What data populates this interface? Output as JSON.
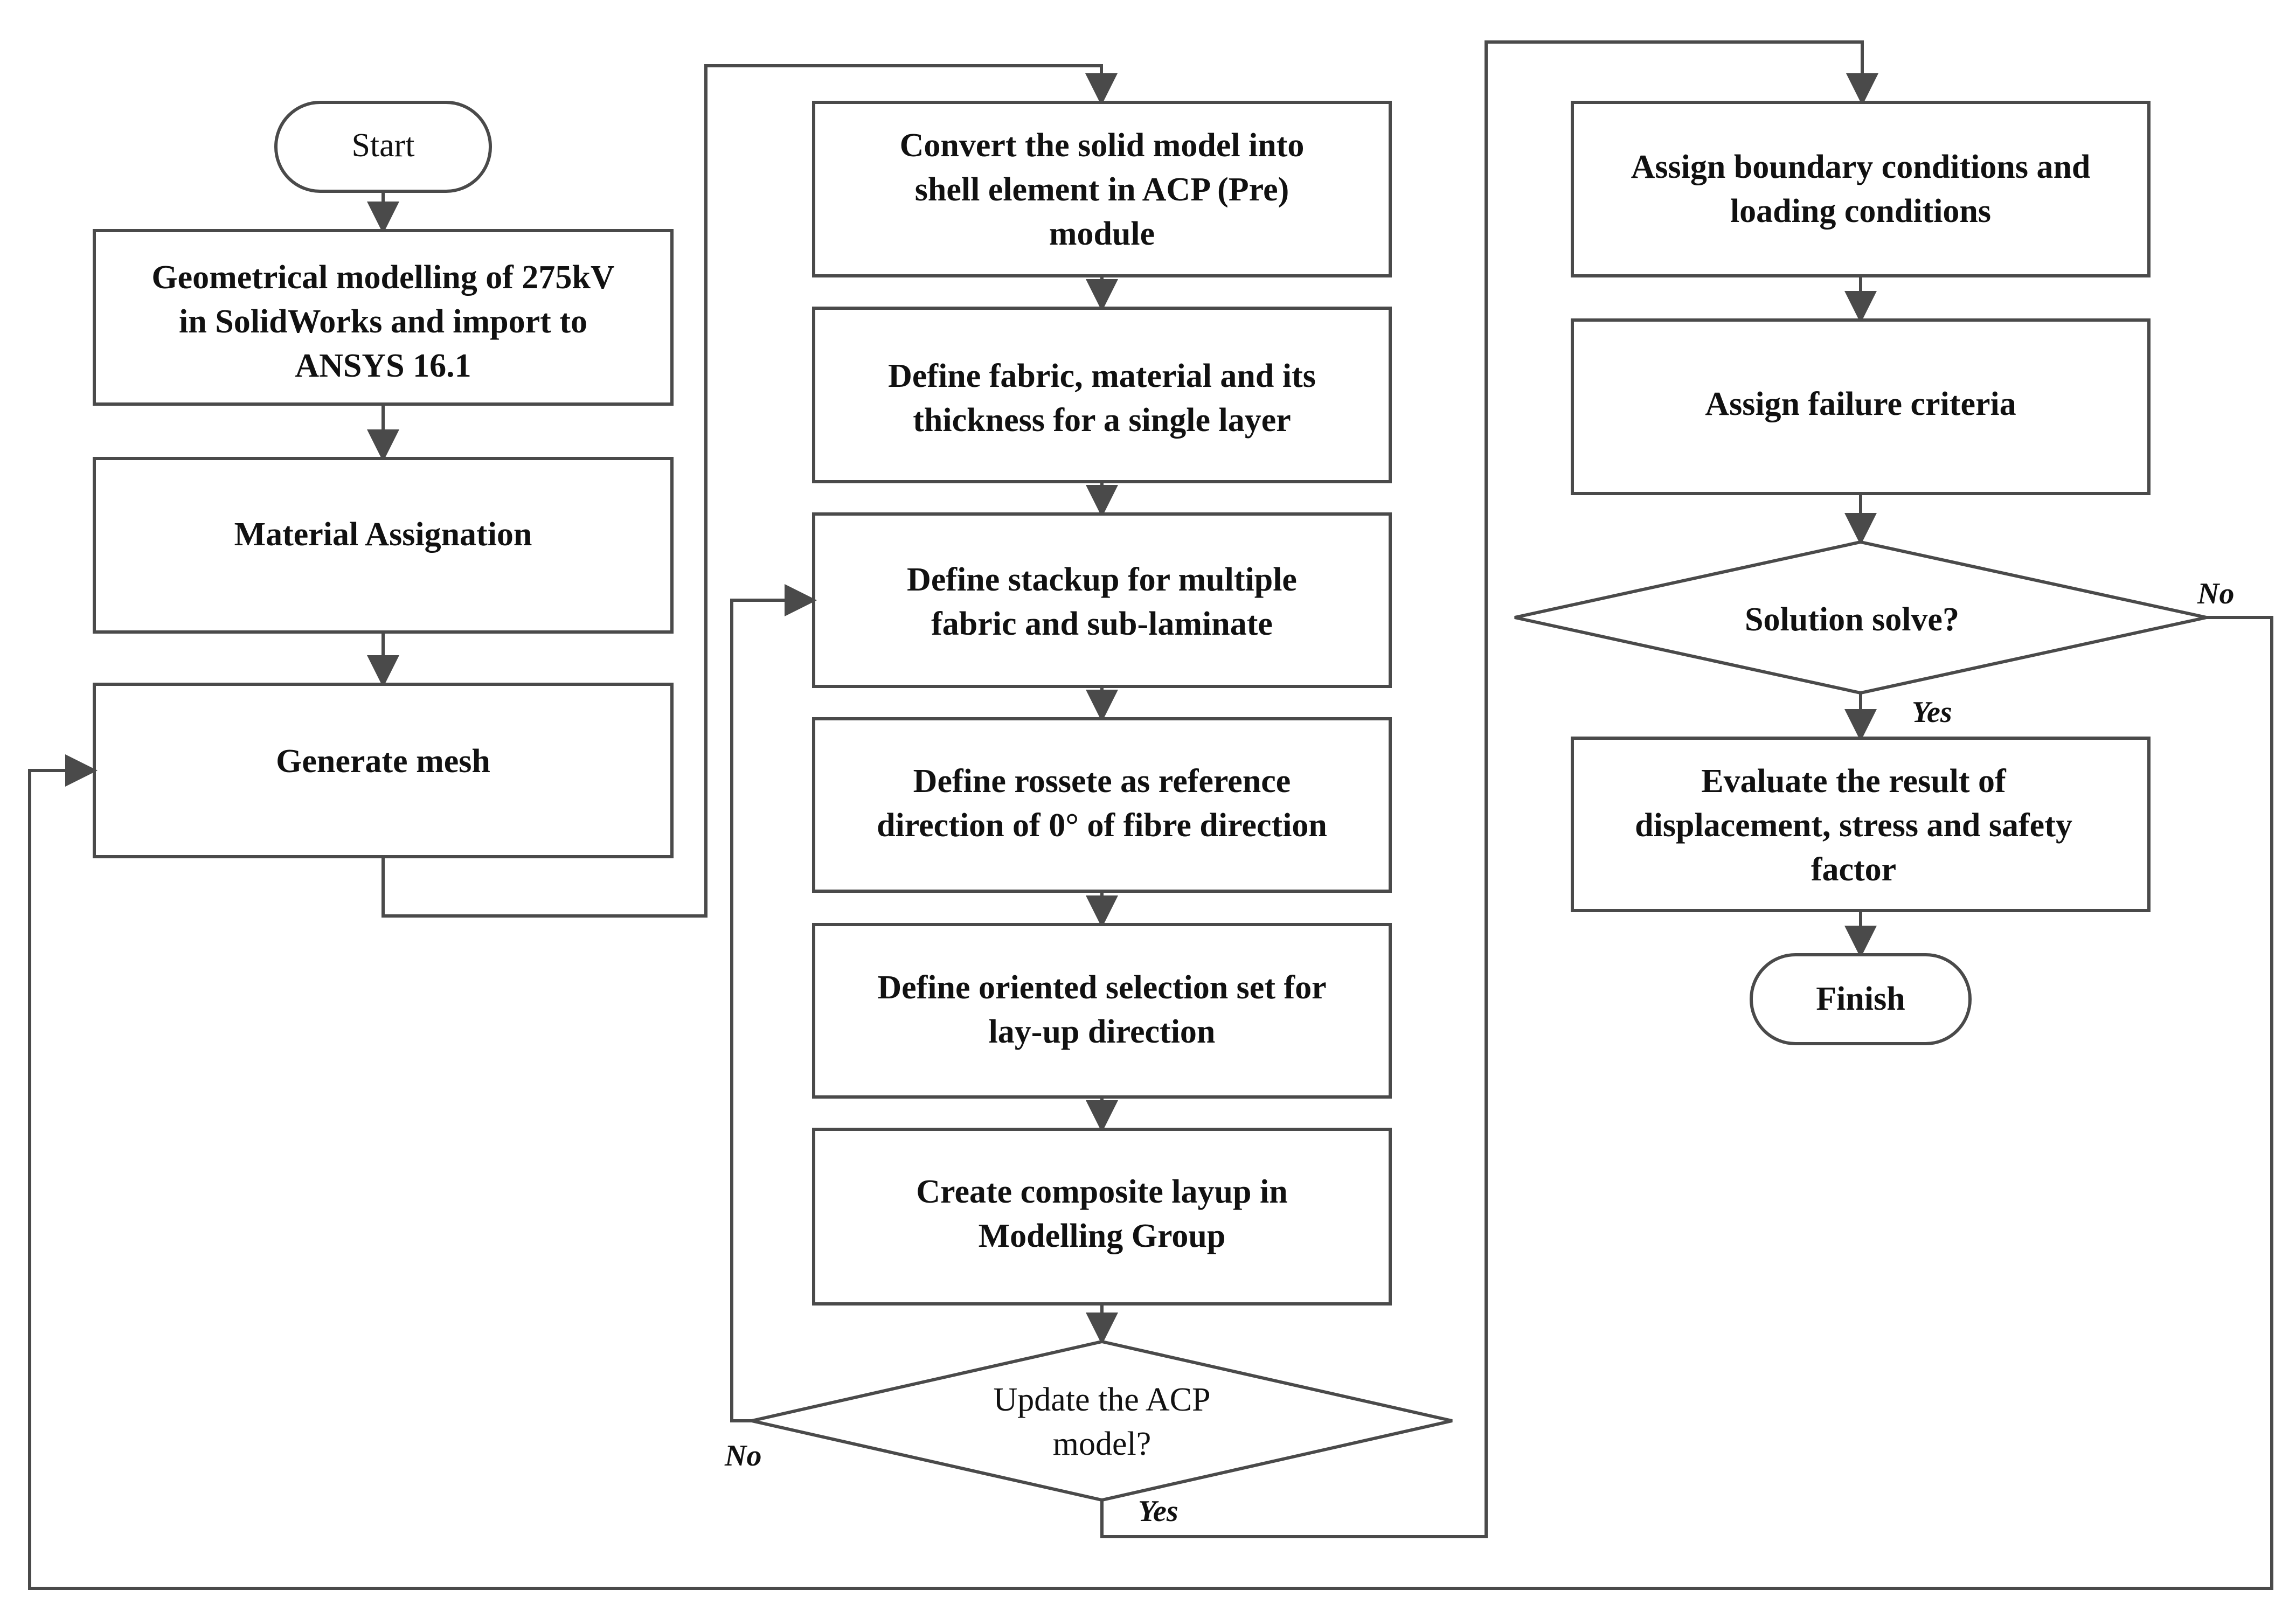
{
  "flowchart": {
    "start": "Start",
    "finish": "Finish",
    "col1": {
      "geometry": [
        "Geometrical modelling of 275kV",
        "in SolidWorks and import to",
        "ANSYS 16.1"
      ],
      "material": "Material Assignation",
      "mesh": "Generate mesh"
    },
    "col2": {
      "convert": [
        "Convert the solid model into",
        "shell element in ACP (Pre)",
        "module"
      ],
      "fabric": [
        "Define fabric, material and its",
        "thickness for a single layer"
      ],
      "stackup": [
        "Define stackup for multiple",
        "fabric and sub-laminate"
      ],
      "rossete": [
        "Define rossete as reference",
        "direction of 0° of fibre direction"
      ],
      "oriented": [
        "Define oriented selection set for",
        "lay-up direction"
      ],
      "layup": [
        "Create composite layup in",
        "Modelling Group"
      ],
      "decision": [
        "Update the ACP",
        "model?"
      ],
      "no_label": "No",
      "yes_label": "Yes"
    },
    "col3": {
      "boundary": [
        "Assign boundary conditions and",
        "loading conditions"
      ],
      "failure": "Assign failure criteria",
      "decision": "Solution solve?",
      "no_label": "No",
      "yes_label": "Yes",
      "evaluate": [
        "Evaluate the result of",
        "displacement, stress and safety",
        "factor"
      ]
    }
  },
  "colors": {
    "stroke": "#4a4a4a",
    "text": "#111111",
    "background": "#ffffff"
  }
}
